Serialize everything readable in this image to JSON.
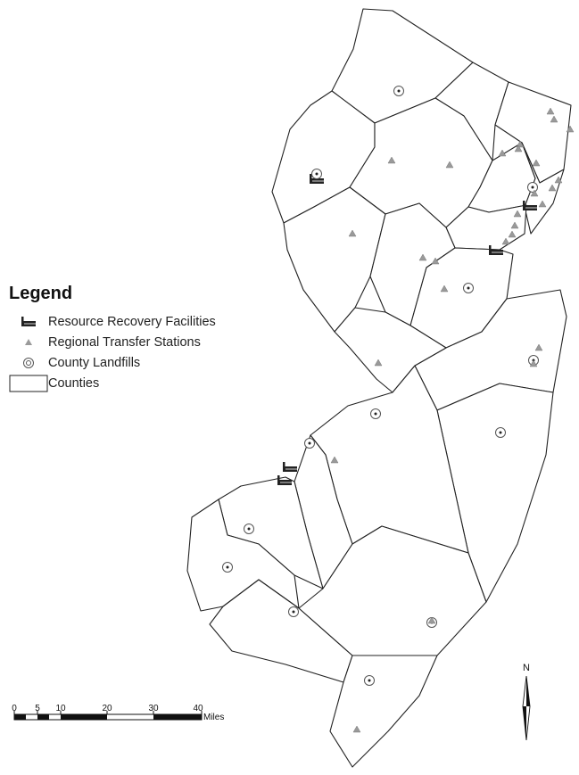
{
  "legend": {
    "title": "Legend",
    "items": [
      {
        "key": "resource_recovery",
        "label": "Resource Recovery Facilities",
        "icon": "factory-icon"
      },
      {
        "key": "transfer_station",
        "label": "Regional Transfer Stations",
        "icon": "triangle-icon"
      },
      {
        "key": "landfill",
        "label": "County Landfills",
        "icon": "double-circle-icon"
      },
      {
        "key": "county",
        "label": "Counties",
        "icon": "rectangle-outline-icon"
      }
    ]
  },
  "scale_bar": {
    "ticks": [
      "0",
      "5",
      "10",
      "20",
      "30",
      "40"
    ],
    "unit": "Miles"
  },
  "north_arrow": {
    "label": "N"
  },
  "colors": {
    "triangle": "#9a9a9a",
    "outline": "#222222",
    "background": "#ffffff"
  }
}
